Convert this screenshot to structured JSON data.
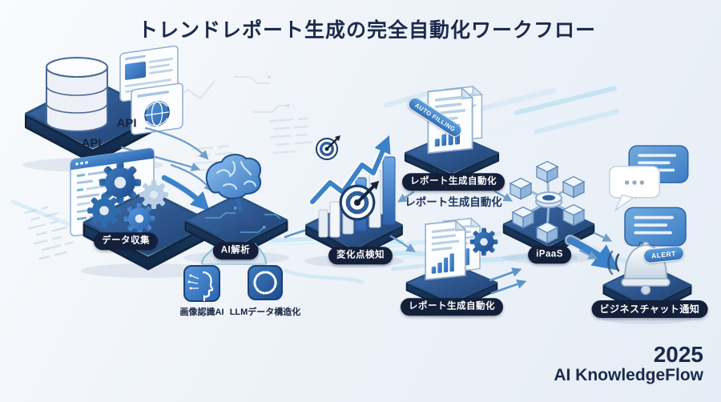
{
  "title": "トレンドレポート生成の完全自動化ワークフロー",
  "labels": {
    "api_top": "API",
    "api_bottom": "API",
    "data_collection": "データ収集",
    "ai_analysis": "AI解析",
    "image_recognition_ai": "画像認識AI",
    "llm_structuring": "LLMデータ構造化",
    "change_detection": "変化点検知",
    "report_automation_pill": "レポート生成自動化",
    "report_automation_text": "レポート生成自動化",
    "report_automation_pill2": "レポート生成自動化",
    "ipaas": "iPaaS",
    "business_chat_notification": "ビジネスチャット通知"
  },
  "badges": {
    "auto_filling": "AUTO FILLING",
    "alert": "ALERT"
  },
  "footer": {
    "year": "2025",
    "brand": "AI KnowledgeFlow"
  },
  "colors": {
    "title_text": "#1b2a4c",
    "pill_bg": "#141f39",
    "pill_text": "#ffffff",
    "accent_blue": "#3b82c8",
    "badge_blue": "#4a8fd4",
    "platform_top": "#34639f",
    "platform_side": "#16334f"
  }
}
